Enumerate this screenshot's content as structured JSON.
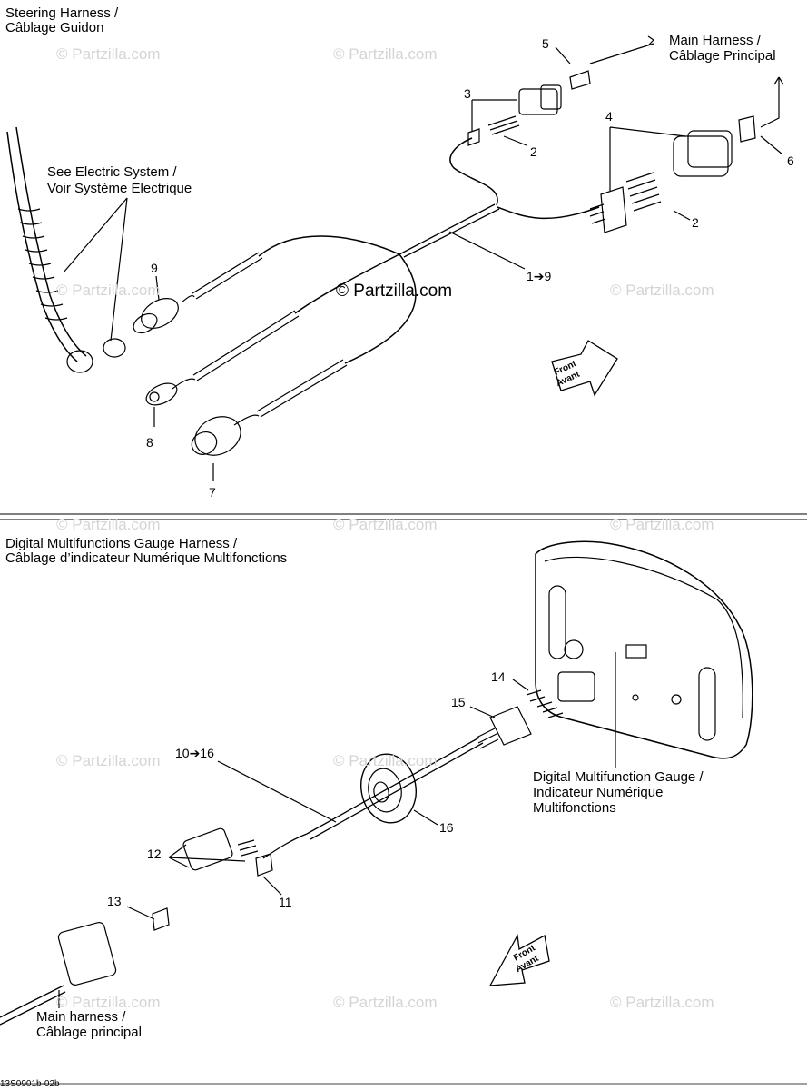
{
  "section_top": {
    "title_line1": "Steering Harness /",
    "title_line2": "Câblage Guidon",
    "callout_electric_line1": "See Electric System /",
    "callout_electric_line2": "Voir Système Electrique",
    "callout_main_line1": "Main Harness  /",
    "callout_main_line2": "Câblage Principal",
    "parts": {
      "p5": "5",
      "p3": "3",
      "p2a": "2",
      "p4": "4",
      "p6": "6",
      "p2b": "2",
      "p1to9": "1➔9",
      "p9": "9",
      "p8": "8",
      "p7": "7"
    },
    "front_arrow_line1": "Front",
    "front_arrow_line2": "Avant"
  },
  "section_bottom": {
    "title_line1": "Digital Multifunctions Gauge Harness /",
    "title_line2": "Câblage d’indicateur Numérique Multifonctions",
    "gauge_line1": "Digital Multifunction Gauge /",
    "gauge_line2": "Indicateur Numérique",
    "gauge_line3": "Multifonctions",
    "main_line1": "Main harness /",
    "main_line2": "Câblage principal",
    "parts": {
      "p14": "14",
      "p15": "15",
      "p10to16": "10➔16",
      "p16": "16",
      "p12": "12",
      "p11": "11",
      "p13": "13"
    },
    "front_arrow_line1": "Front",
    "front_arrow_line2": "Avant"
  },
  "watermarks": {
    "main": "© Partzilla.com",
    "faint": "© Partzilla.com"
  },
  "reference_code": "13S0901b-02b"
}
